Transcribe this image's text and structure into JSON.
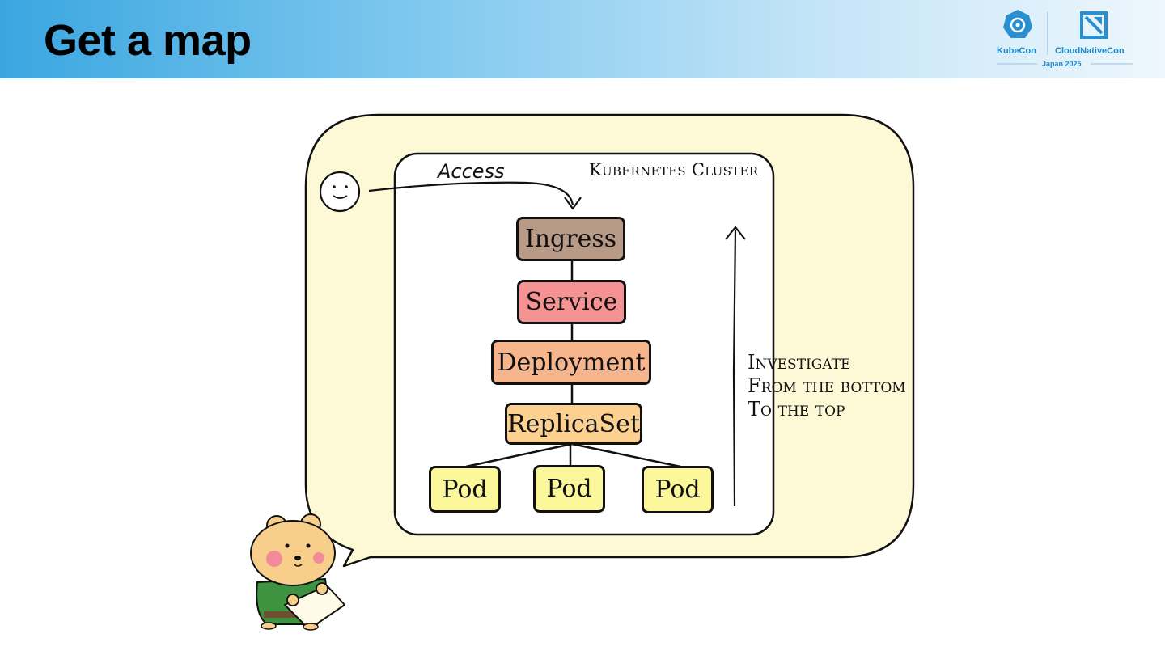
{
  "slide": {
    "title": "Get a map"
  },
  "logo": {
    "kubecon": "KubeCon",
    "cloudnativecon": "CloudNativeCon",
    "event": "Japan 2025"
  },
  "diagram": {
    "cluster_label": "Kubernetes Cluster",
    "access_label": "Access",
    "nodes": {
      "ingress": "Ingress",
      "service": "Service",
      "deployment": "Deployment",
      "replicaset": "ReplicaSet",
      "pods": [
        "Pod",
        "Pod",
        "Pod"
      ]
    },
    "investigate_lines": [
      "Investigate",
      "From the bottom",
      "To the top"
    ],
    "colors": {
      "bubble": "#fdf9d6",
      "ingress": "#b89a86",
      "service": "#f59393",
      "deployment": "#f7b58e",
      "replicaset": "#fcd18f",
      "pod": "#fbf79a"
    }
  }
}
